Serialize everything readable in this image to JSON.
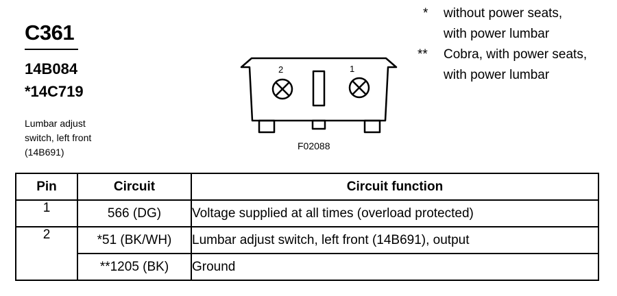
{
  "connector": {
    "id": "C361",
    "parts": [
      "14B084",
      "*14C719"
    ],
    "description": [
      "Lumbar adjust",
      "switch, left front",
      "(14B691)"
    ]
  },
  "notes": [
    {
      "mark": "*",
      "lines": [
        "without power seats,",
        "with power lumbar"
      ]
    },
    {
      "mark": "**",
      "lines": [
        "Cobra, with power seats,",
        "with power lumbar"
      ]
    }
  ],
  "diagram": {
    "figure_id": "F02088",
    "pin_labels": [
      "2",
      "1"
    ]
  },
  "table": {
    "headers": [
      "Pin",
      "Circuit",
      "Circuit function"
    ],
    "rows": [
      {
        "pin": "1",
        "circuit": "566 (DG)",
        "function": "Voltage supplied at all times (overload protected)"
      },
      {
        "pin": "2",
        "circuit": "*51 (BK/WH)",
        "function": "Lumbar adjust switch, left front (14B691), output"
      },
      {
        "pin": "",
        "circuit": "**1205 (BK)",
        "function": "Ground"
      }
    ]
  }
}
